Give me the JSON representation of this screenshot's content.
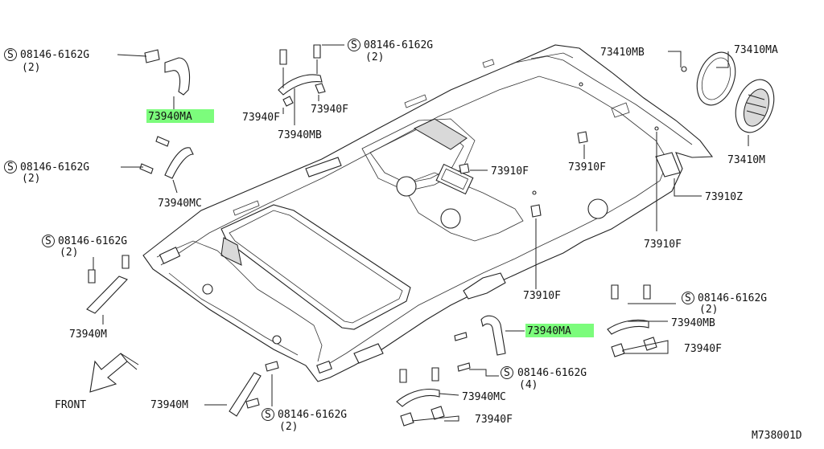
{
  "diagram_code": "M738001D",
  "front_label": "FRONT",
  "highlight_color": "#7CFC7C",
  "callouts": [
    {
      "id": "c1",
      "part": "08146-6162G",
      "qty": "(2)",
      "screw": true
    },
    {
      "id": "c2",
      "part": "73940MA",
      "highlight": true
    },
    {
      "id": "c3",
      "part": "08146-6162G",
      "qty": "(2)",
      "screw": true
    },
    {
      "id": "c4",
      "part": "73940MC"
    },
    {
      "id": "c5",
      "part": "08146-6162G",
      "qty": "(2)",
      "screw": true
    },
    {
      "id": "c6",
      "part": "73940M"
    },
    {
      "id": "c7",
      "part": "08146-6162G",
      "qty": "(2)",
      "screw": true
    },
    {
      "id": "c8",
      "part": "73940F"
    },
    {
      "id": "c9",
      "part": "73940F"
    },
    {
      "id": "c10",
      "part": "73940MB"
    },
    {
      "id": "c11",
      "part": "73410MB"
    },
    {
      "id": "c12",
      "part": "73410MA"
    },
    {
      "id": "c13",
      "part": "73410M"
    },
    {
      "id": "c14",
      "part": "73910F"
    },
    {
      "id": "c15",
      "part": "73910F"
    },
    {
      "id": "c16",
      "part": "73910Z"
    },
    {
      "id": "c17",
      "part": "73910F"
    },
    {
      "id": "c18",
      "part": "73910F"
    },
    {
      "id": "c19",
      "part": "08146-6162G",
      "qty": "(2)",
      "screw": true
    },
    {
      "id": "c20",
      "part": "73940MB"
    },
    {
      "id": "c21",
      "part": "73940F"
    },
    {
      "id": "c22",
      "part": "73940MA",
      "highlight": true
    },
    {
      "id": "c23",
      "part": "08146-6162G",
      "qty": "(4)",
      "screw": true
    },
    {
      "id": "c24",
      "part": "73940MC"
    },
    {
      "id": "c25",
      "part": "73940F"
    },
    {
      "id": "c26",
      "part": "73940M"
    },
    {
      "id": "c27",
      "part": "08146-6162G",
      "qty": "(2)",
      "screw": true
    }
  ]
}
